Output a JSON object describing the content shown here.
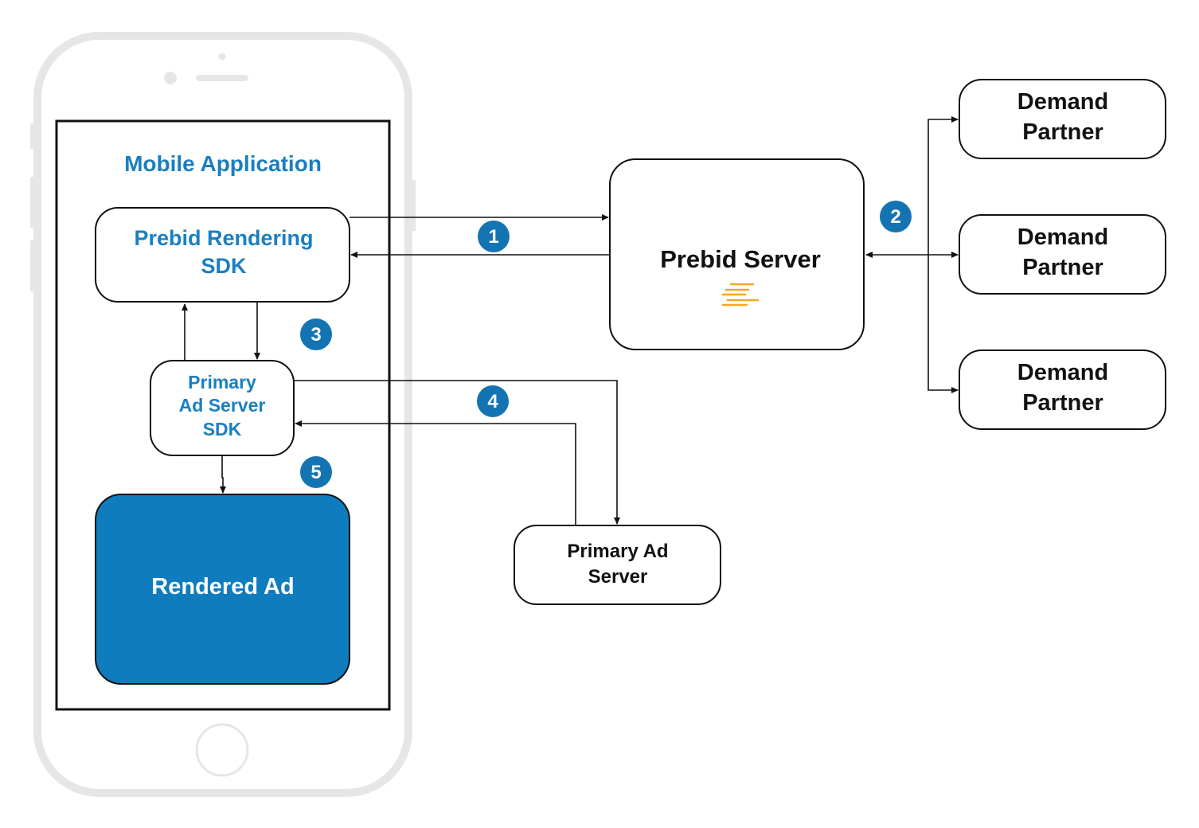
{
  "phone": {
    "screen_title": "Mobile Application"
  },
  "nodes": {
    "prebid_sdk": [
      "Prebid Rendering",
      "SDK"
    ],
    "primary_sdk": [
      "Primary",
      "Ad Server",
      "SDK"
    ],
    "rendered_ad": "Rendered Ad",
    "prebid_server": "Prebid Server",
    "primary_ad_server": [
      "Primary Ad",
      "Server"
    ],
    "demand_partners": [
      [
        "Demand",
        "Partner"
      ],
      [
        "Demand",
        "Partner"
      ],
      [
        "Demand",
        "Partner"
      ]
    ]
  },
  "steps": [
    "1",
    "2",
    "3",
    "4",
    "5"
  ],
  "colors": {
    "accent_blue": "#1a7fc1",
    "badge_blue": "#1473b3",
    "rendered_ad_fill": "#0f7cbd",
    "phone_frame": "#e6e6e6",
    "prebid_logo_orange": "#f5a623"
  }
}
